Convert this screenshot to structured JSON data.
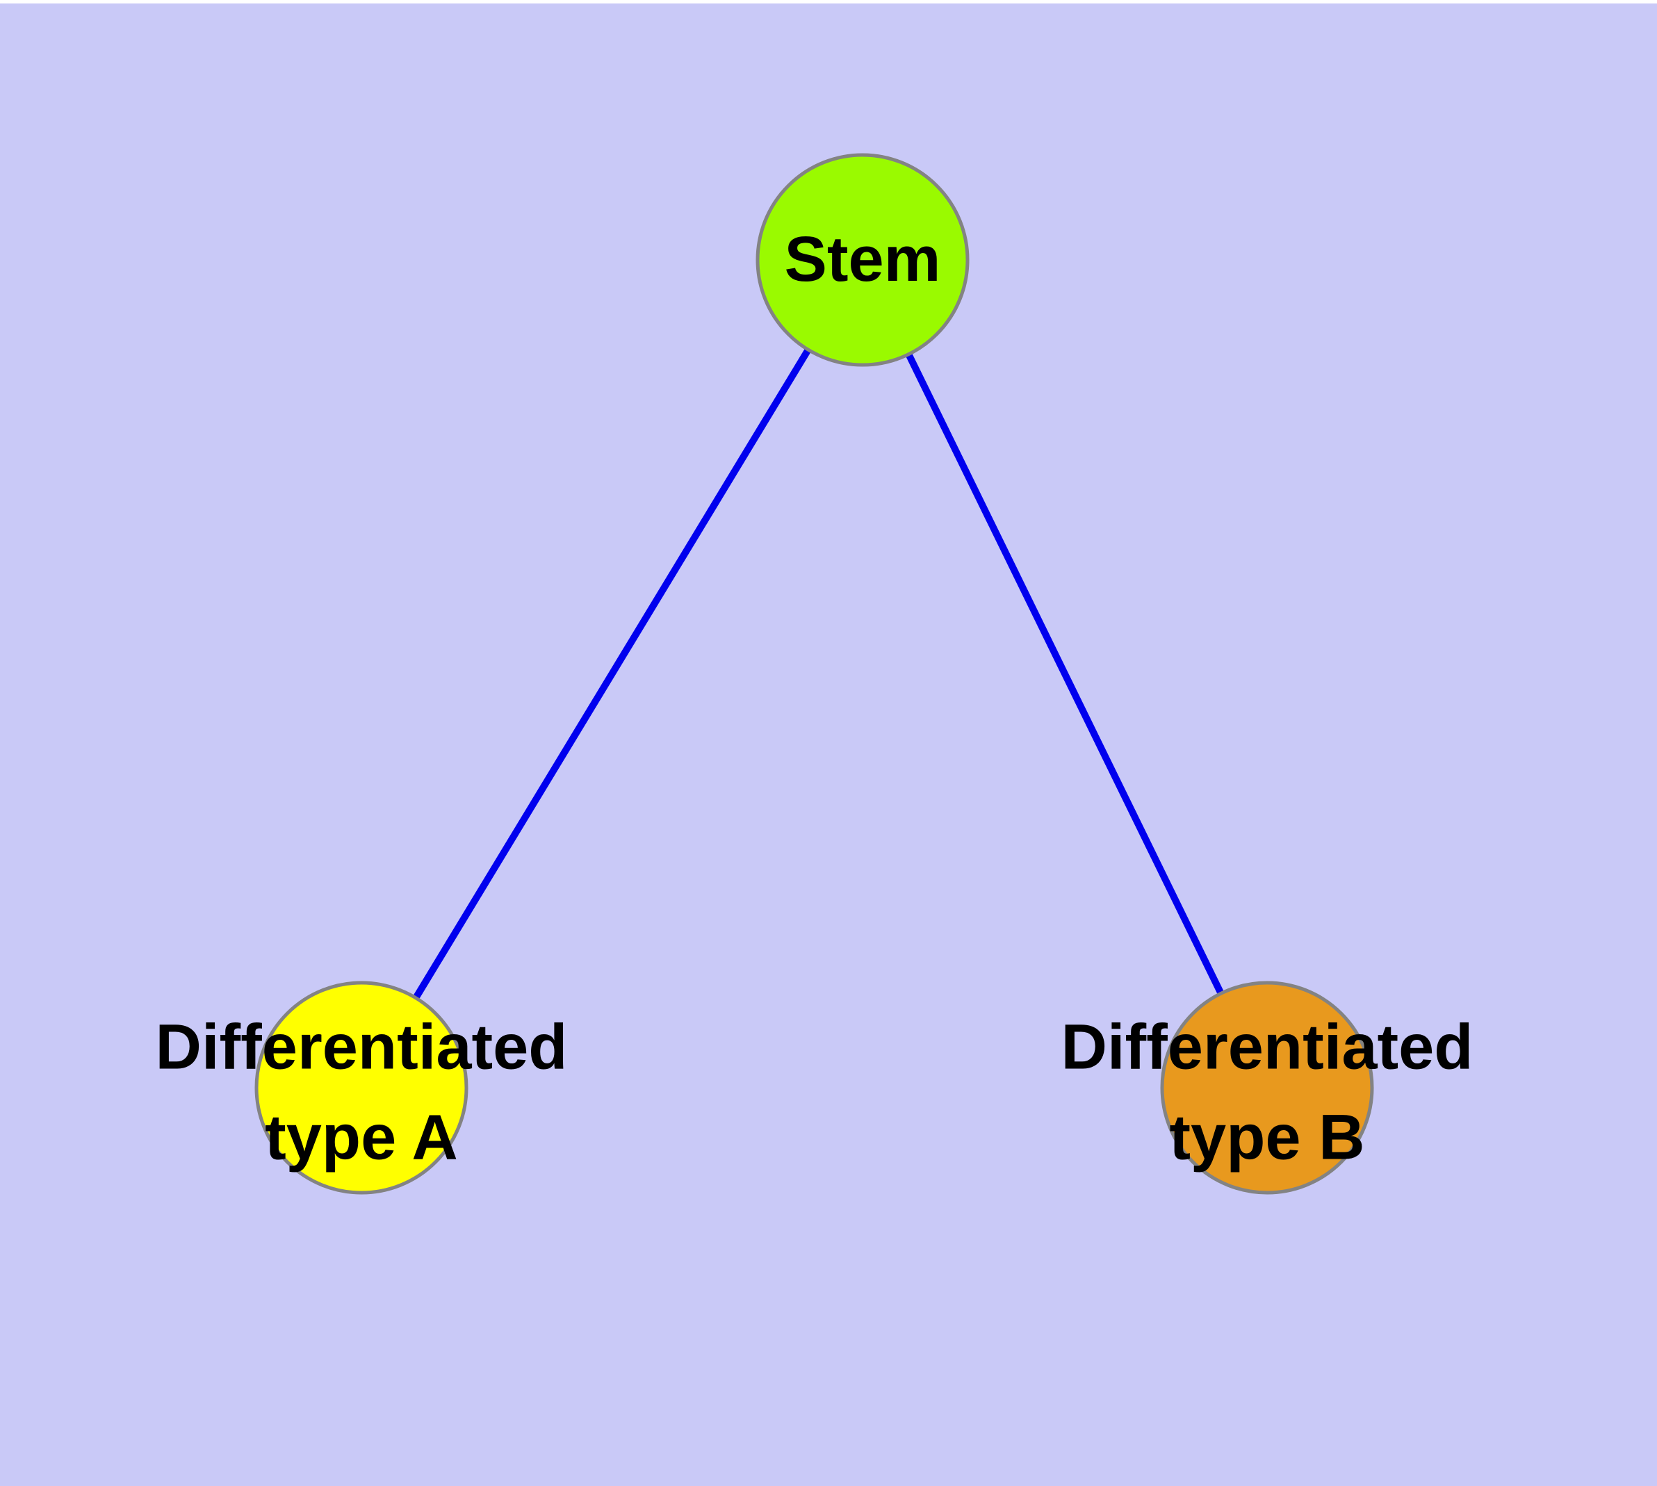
{
  "diagram": {
    "background_color": "#C9C9F7",
    "top_strip_color": "#FFFFFF",
    "edge_color": "#0000EE",
    "node_border_color": "#838383",
    "label_color": "#000000",
    "nodes": [
      {
        "id": "stem",
        "label": "Stem",
        "color": "#9AFA00"
      },
      {
        "id": "differentiated-type-a",
        "label": "Differentiated\ntype A",
        "color": "#FFFF00"
      },
      {
        "id": "differentiated-type-b",
        "label": "Differentiated\ntype B",
        "color": "#E8991E"
      }
    ],
    "edges": [
      {
        "from": "stem",
        "to": "differentiated-type-a"
      },
      {
        "from": "stem",
        "to": "differentiated-type-b"
      }
    ]
  }
}
